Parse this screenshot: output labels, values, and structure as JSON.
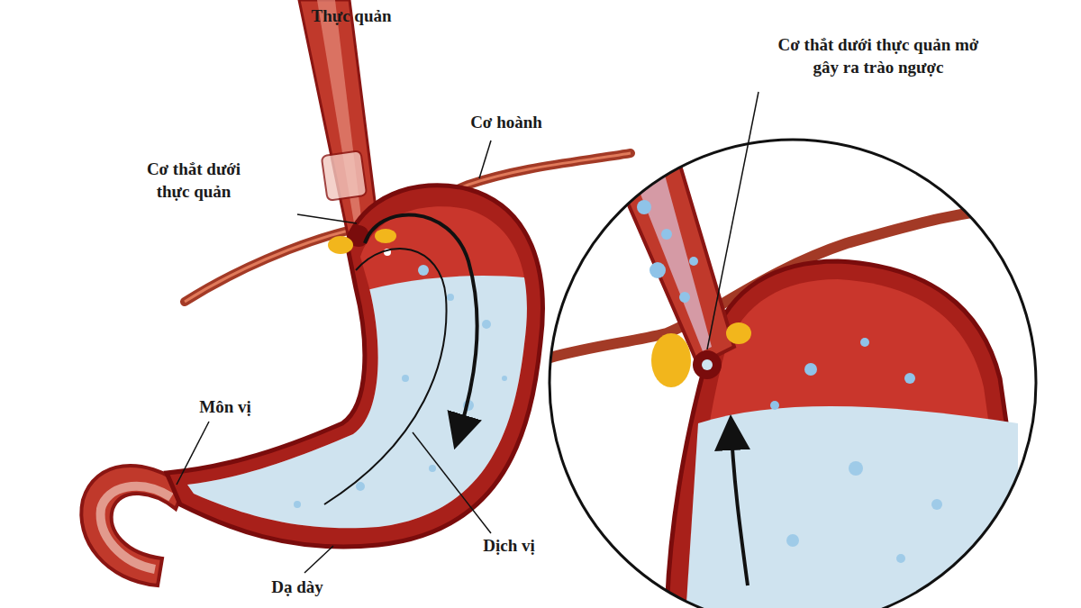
{
  "diagram": {
    "labels": [
      "Thực quản",
      "Cơ thắt dưới thực quản mở gây ra trào ngược",
      "Cơ hoành",
      "Cơ thắt dưới thực quản",
      "Môn vị",
      "Dịch vị",
      "Dạ dày"
    ]
  }
}
